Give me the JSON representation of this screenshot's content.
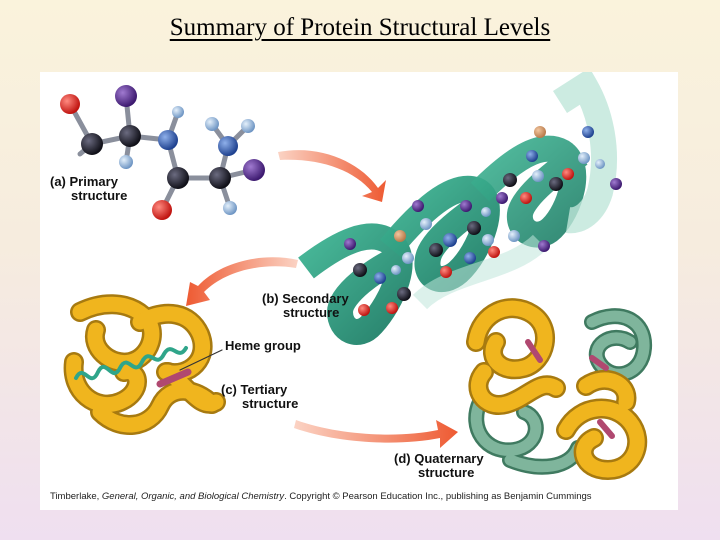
{
  "title": "Summary of Protein Structural Levels",
  "labels": {
    "primary_letter": "(a)",
    "primary_line1": "Primary",
    "primary_line2": "structure",
    "secondary_letter": "(b)",
    "secondary_line1": "Secondary",
    "secondary_line2": "structure",
    "heme": "Heme group",
    "tertiary_letter": "(c)",
    "tertiary_line1": "Tertiary",
    "tertiary_line2": "structure",
    "quaternary_letter": "(d)",
    "quaternary_line1": "Quaternary",
    "quaternary_line2": "structure"
  },
  "credit": {
    "author": "Timberlake, ",
    "book": "General, Organic, and Biological Chemistry",
    "rest": ". Copyright © Pearson Education Inc., publishing as Benjamin Cummings"
  },
  "colors": {
    "oxygen": "#e0261c",
    "nitrogen": "#2f5fb0",
    "carbon": "#1f1f2e",
    "side_chain": "#5a2d8f",
    "hydrogen": "#8fb4dc",
    "helix": "#2fa58a",
    "helix_light": "#bfe6da",
    "tertiary_tube": "#f0b51e",
    "quaternary_green": "#5f9a80",
    "arrow": "#ef6a45",
    "heme": "#b04870"
  }
}
